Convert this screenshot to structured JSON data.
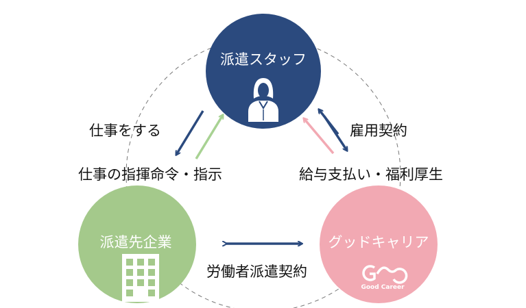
{
  "colors": {
    "staff": "#2b4a7e",
    "client": "#a4c98b",
    "goodcareer": "#f2a9b3",
    "arrow_blue": "#2b4a7e",
    "arrow_green": "#a8d293",
    "arrow_pink": "#f2a9b3",
    "dashed_ring": "#777777"
  },
  "nodes": {
    "staff": {
      "label": "派遣スタッフ",
      "icon": "person-icon"
    },
    "client": {
      "label": "派遣先企業",
      "icon": "building-icon"
    },
    "goodcareer": {
      "label": "グッドキャリア",
      "icon": "good-career-logo",
      "logo_text": "Good Career"
    }
  },
  "relations": {
    "work": "仕事をする",
    "instructions": "仕事の指揮命令・指示",
    "employment": "雇用契約",
    "salary": "給与支払い・福利厚生",
    "dispatch_contract": "労働者派遣契約"
  }
}
